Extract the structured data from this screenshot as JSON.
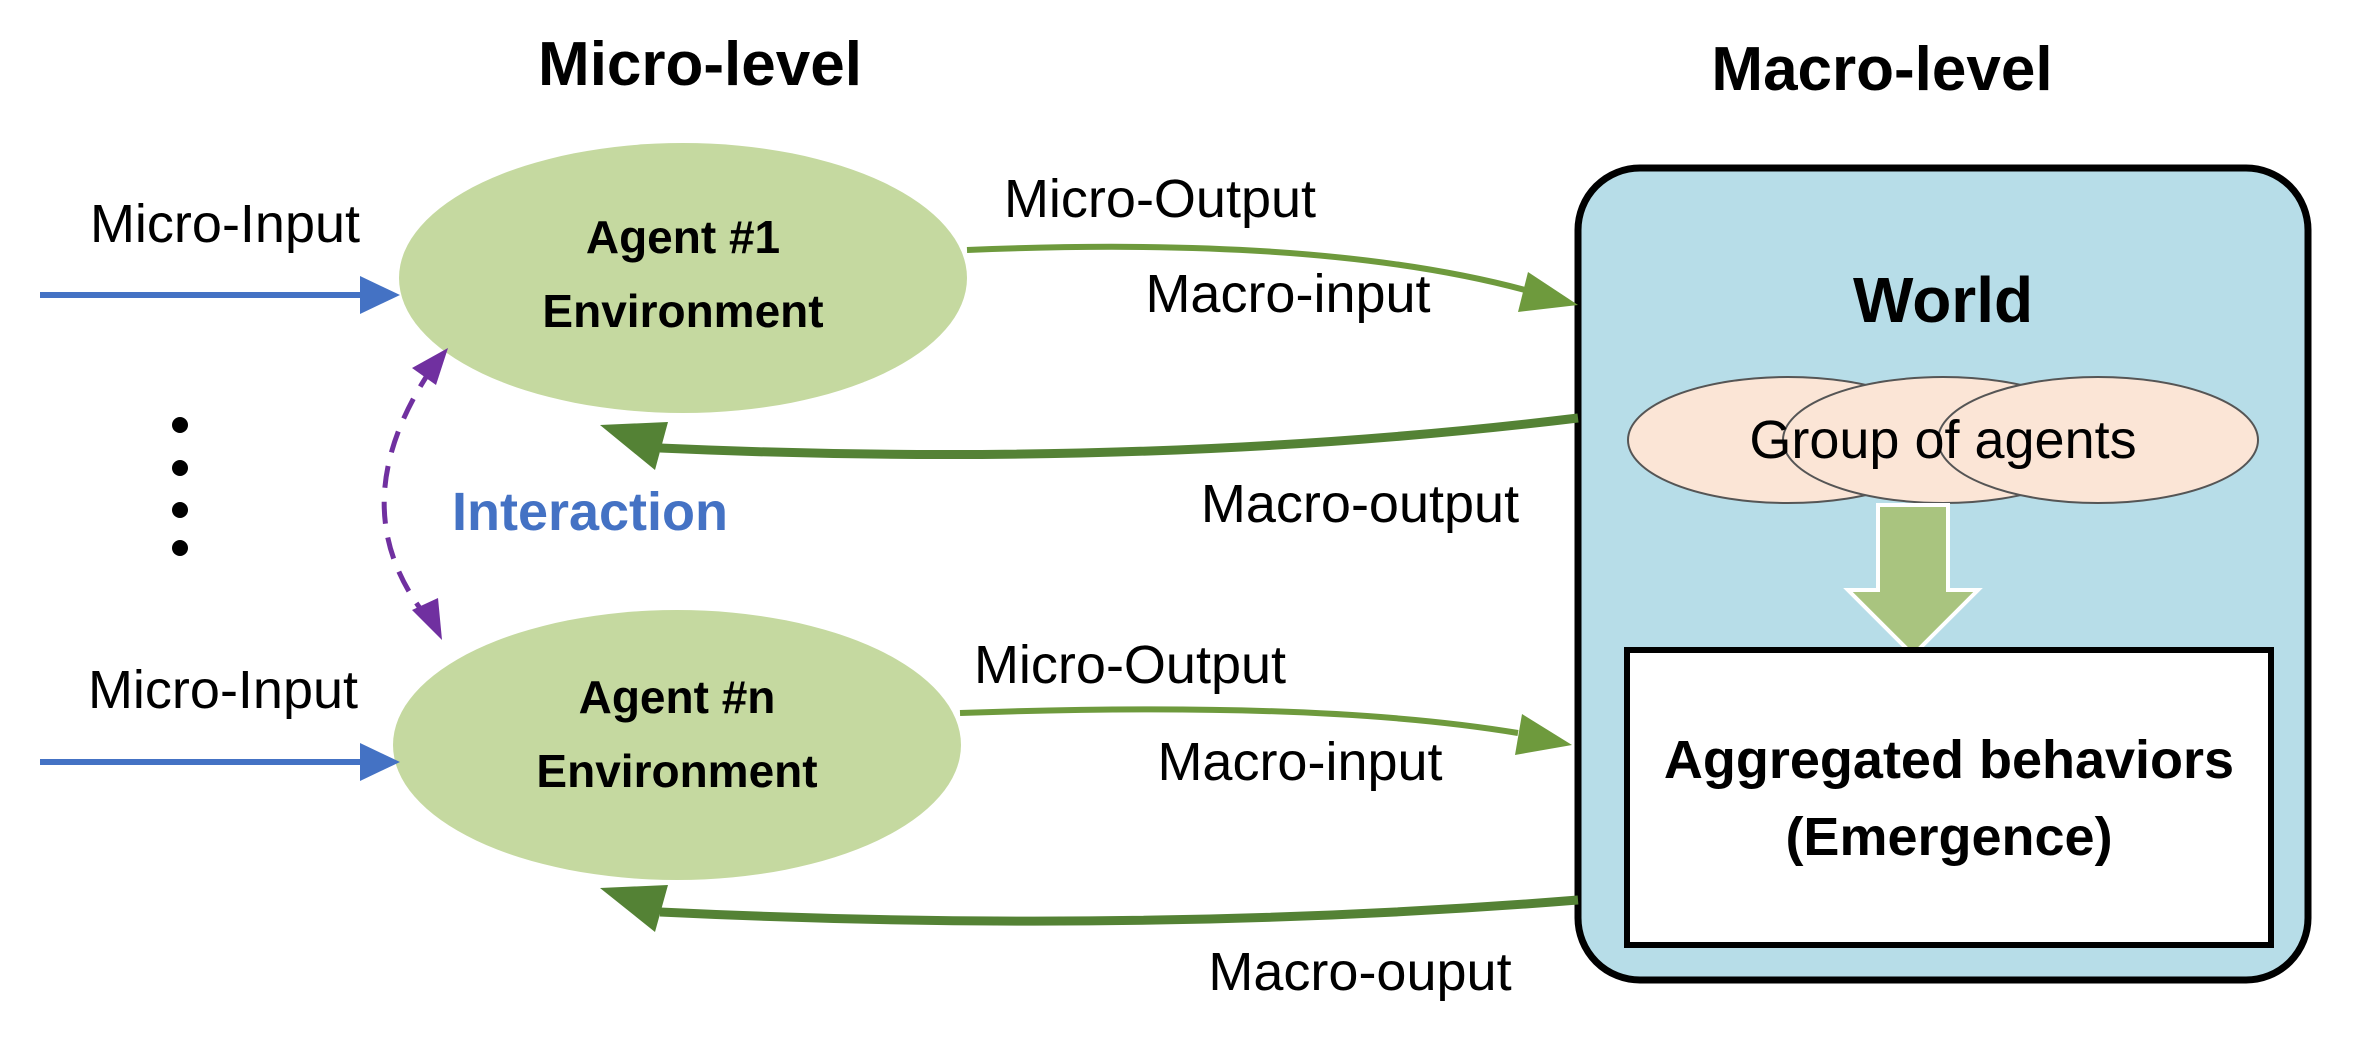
{
  "headings": {
    "micro": "Micro-level",
    "macro": "Macro-level"
  },
  "agents": [
    {
      "line1": "Agent  #1",
      "line2": "Environment"
    },
    {
      "line1": "Agent  #n",
      "line2": "Environment"
    }
  ],
  "inputs": {
    "top": "Micro-Input",
    "bottom": "Micro-Input"
  },
  "flows": {
    "micro_output_top": "Micro-Output",
    "macro_input_top": "Macro-input",
    "macro_output_top": "Macro-output",
    "micro_output_bottom": "Micro-Output",
    "macro_input_bottom": "Macro-input",
    "macro_output_bottom": "Macro-ouput"
  },
  "interaction_label": "Interaction",
  "world": {
    "title": "World",
    "group_label": "Group of agents",
    "result_line1": "Aggregated behaviors",
    "result_line2": "(Emergence)"
  },
  "colors": {
    "agent_fill": "#C5D9A0",
    "world_fill": "#B7DDE8",
    "group_fill": "#FBE5D6",
    "flow_green": "#5B8A2F",
    "input_blue": "#4472C4",
    "interaction_purple": "#7030A0",
    "interaction_text": "#4472C4",
    "big_arrow_fill": "#A9C47F"
  }
}
